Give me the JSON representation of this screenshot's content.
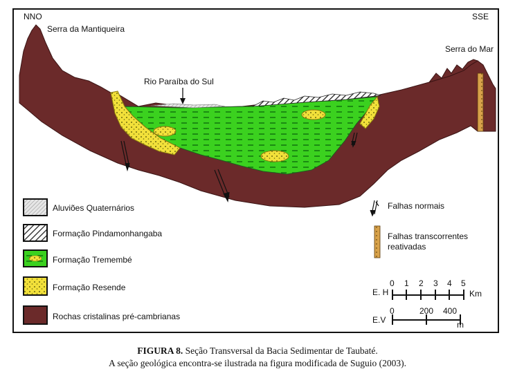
{
  "labels": {
    "nno": "NNO",
    "sse": "SSE",
    "serra_mantiqueira": "Serra da Mantiqueira",
    "serra_mar": "Serra do Mar",
    "rio": "Rio Paraíba do Sul"
  },
  "legend": {
    "aluvioes": "Aluviões Quaternários",
    "pindamonhangaba": "Formação Pindamonhangaba",
    "tremembe": "Formação Tremembé",
    "resende": "Formação Resende",
    "rochas": "Rochas cristalinas pré-cambrianas",
    "falhas_normais": "Falhas normais",
    "falhas_transc_1": "Falhas transcorrentes",
    "falhas_transc_2": "reativadas"
  },
  "scale": {
    "horizontal_label": "E. H",
    "horizontal_ticks": [
      "0",
      "1",
      "2",
      "3",
      "4",
      "5"
    ],
    "horizontal_unit": "Km",
    "vertical_label": "E.V",
    "vertical_ticks": [
      "0",
      "200",
      "400"
    ],
    "vertical_unit": "m"
  },
  "caption": {
    "figure": "FIGURA 8.",
    "title": "Seção Transversal da Bacia Sedimentar de Taubaté.",
    "line2": "A seção geológica encontra-se ilustrada na figura modificada de Suguio (2003)."
  },
  "colors": {
    "rock": "#6b2a2a",
    "tremembe": "#3bd11f",
    "resende": "#f2e03a",
    "dash": "#0d6d0d"
  }
}
